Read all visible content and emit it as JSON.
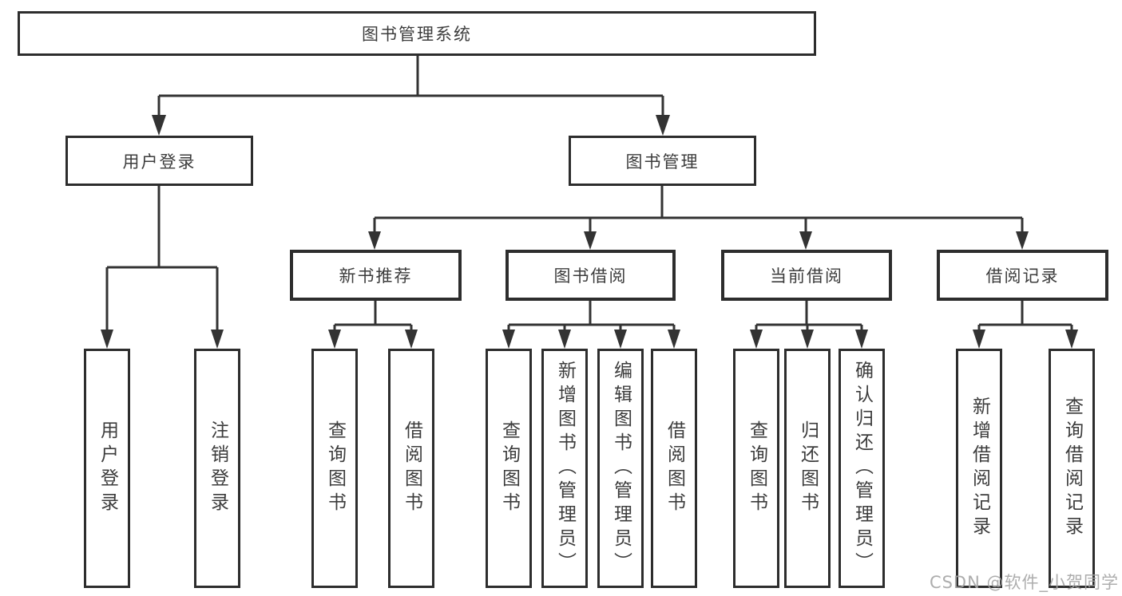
{
  "diagram": {
    "title": "图书管理系统",
    "root": {
      "label": "图书管理系统"
    },
    "branches": [
      {
        "label": "用户登录",
        "leaves": [
          "用户登录",
          "注销登录"
        ]
      },
      {
        "label": "图书管理",
        "groups": [
          {
            "label": "新书推荐",
            "leaves": [
              "查询图书",
              "借阅图书"
            ]
          },
          {
            "label": "图书借阅",
            "leaves": [
              "查询图书",
              "新增图书（管理员）",
              "编辑图书（管理员）",
              "借阅图书"
            ]
          },
          {
            "label": "当前借阅",
            "leaves": [
              "查询图书",
              "归还图书",
              "确认归还（管理员）"
            ]
          },
          {
            "label": "借阅记录",
            "leaves": [
              "新增借阅记录",
              "查询借阅记录"
            ]
          }
        ]
      }
    ]
  },
  "watermark": {
    "text": "CSDN @软件_小贺同学"
  },
  "colors": {
    "line": "#333333",
    "box_border": "#2d2d2d",
    "text": "#3c3c3c",
    "background": "#ffffff",
    "watermark": "#a4a4a4"
  }
}
